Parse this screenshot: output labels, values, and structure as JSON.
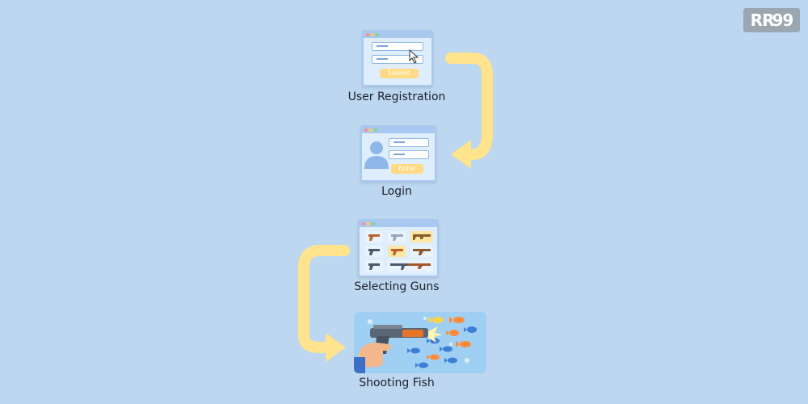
{
  "logo": {
    "text": "RR",
    "number": "99"
  },
  "steps": [
    {
      "label": "User Registration",
      "button": "Submit"
    },
    {
      "label": "Login",
      "button": "Enter"
    },
    {
      "label": "Selecting Guns"
    },
    {
      "label": "Shooting Fish"
    }
  ],
  "colors": {
    "background": "#bcd7ef",
    "arrow": "#ffe38d",
    "button": "#ffd983"
  }
}
